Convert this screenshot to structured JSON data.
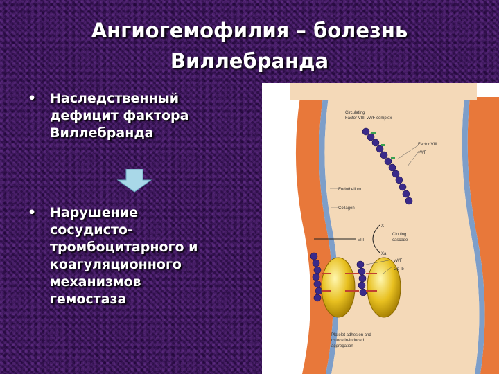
{
  "slide": {
    "title_lines": [
      "Ангиогемофилия – болезнь",
      "Виллебранда"
    ],
    "bullets": [
      {
        "marker": "•",
        "lines": [
          "Наследственный",
          "дефицит фактора",
          "Виллебранда"
        ]
      },
      {
        "marker": "•",
        "lines": [
          "Нарушение",
          "сосудисто-",
          "тромбоцитарного и",
          "коагуляционного",
          "механизмов",
          "гемостаза"
        ]
      }
    ],
    "arrow_icon": "down-arrow-icon",
    "colors": {
      "background": "#3a1655",
      "text": "#ffffff",
      "arrow": "#a9d8e8"
    }
  },
  "figure": {
    "labels": {
      "circulating": "Circulating",
      "complex": "Factor VIII–vWF complex",
      "factor8": "Factor VIII",
      "vwf_top": "vWF",
      "endothelium": "Endothelium",
      "collagen": "Collagen",
      "x": "X",
      "viii": "VIII",
      "xa": "Xa",
      "clotting": "Clotting",
      "cascade": "cascade",
      "vwf_mid": "vWF",
      "gpib": "Gp Ib",
      "caption1": "Platelet adhesion and",
      "caption2": "ristocetin-induced",
      "caption3": "aggregation"
    }
  }
}
